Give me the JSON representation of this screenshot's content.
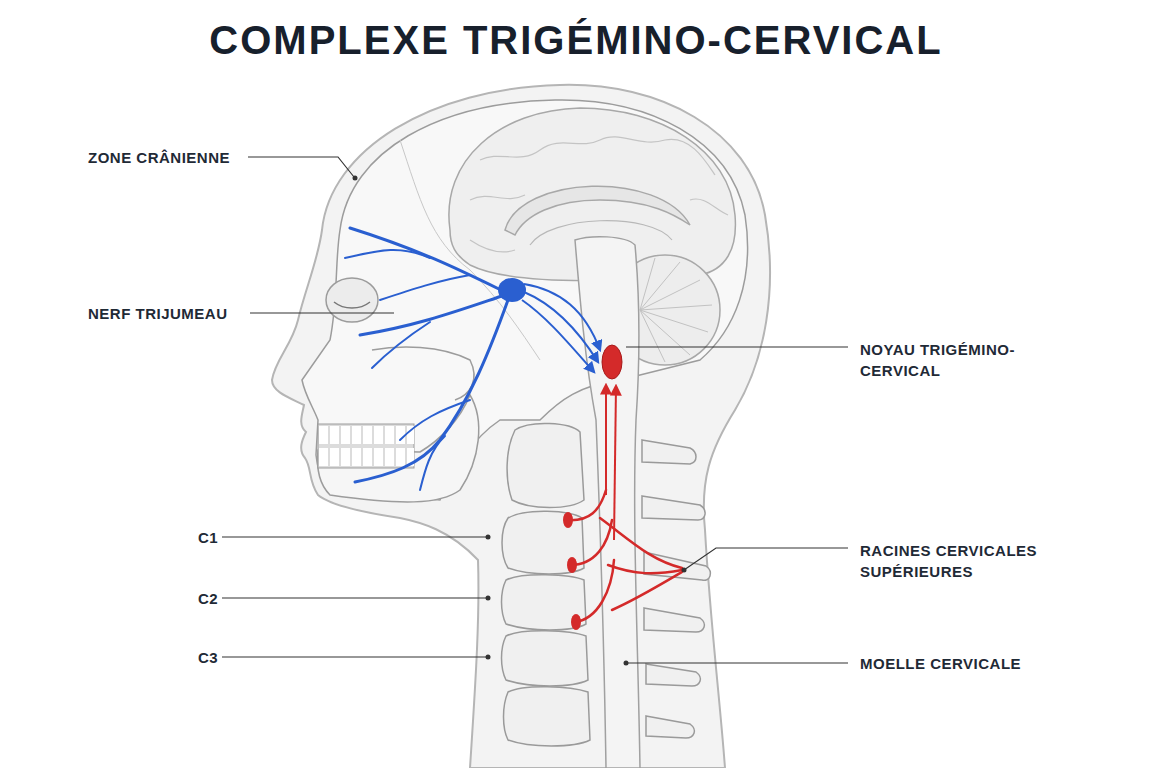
{
  "diagram": {
    "title": "COMPLEXE TRIGÉMINO-CERVICAL",
    "labels": [
      "ZONE CRÂNIENNE",
      "NERF TRIJUMEAU",
      "C1",
      "C2",
      "C3",
      "NOYAU TRIGÉMINO-CERVICAL",
      "RACINES CERVICALES SUPÉRIEURES",
      "MOELLE CERVICALE"
    ]
  }
}
